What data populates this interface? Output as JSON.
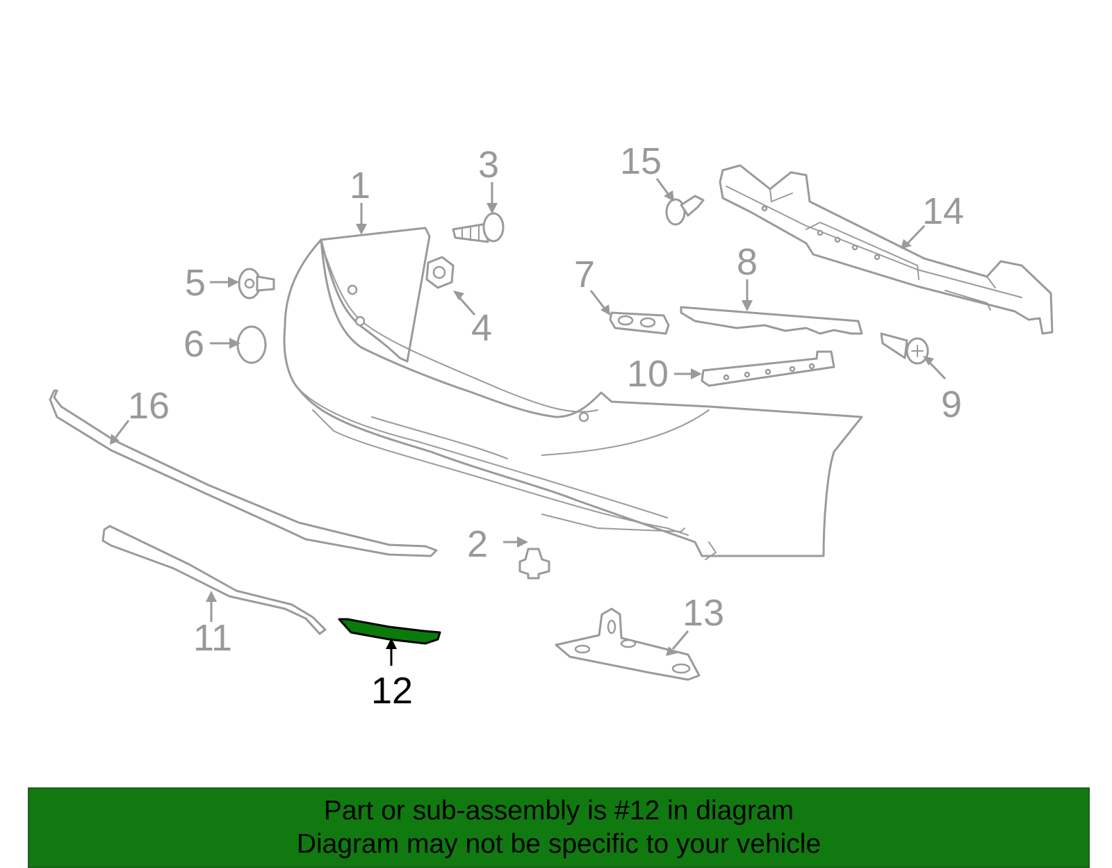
{
  "diagram": {
    "callouts": [
      "1",
      "2",
      "3",
      "4",
      "5",
      "6",
      "7",
      "8",
      "9",
      "10",
      "11",
      "12",
      "13",
      "14",
      "15",
      "16"
    ],
    "highlighted_callout": "12",
    "colors": {
      "part_outline": "#9a9a9a",
      "highlight_fill": "#0a7a0a",
      "banner_background": "#107a10"
    }
  },
  "banner": {
    "line1": "Part or sub-assembly is #12 in diagram",
    "line2": "Diagram may not be specific to your vehicle"
  }
}
